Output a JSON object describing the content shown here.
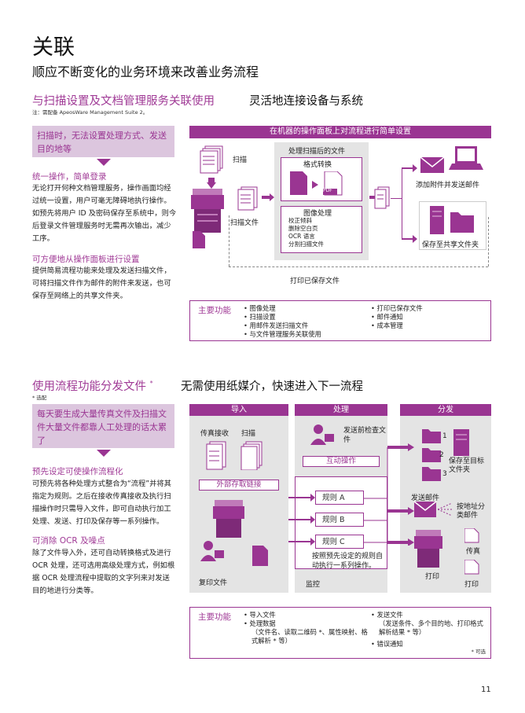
{
  "page": {
    "title": "关联",
    "subtitle": "顺应不断变化的业务环境来改善业务流程",
    "page_number": "11"
  },
  "section1": {
    "title": "与扫描设置及文档管理服务关联使用",
    "tagline": "灵活地连接设备与系统",
    "note": "注：需配备 ApeosWare Management Suite 2。",
    "problem": "扫描时，无法设置处理方式、发送目的地等",
    "h1": "统一操作，简单登录",
    "p1": "无论打开何种文档管理服务，操作画面均经过统一设置，用户可毫无障碍地执行操作。如预先将用户 ID 及密码保存至系统中，则今后登录文件管理服务时无需再次输出，减少工序。",
    "h2": "可方便地从操作面板进行设置",
    "p2": "提供简易流程功能来处理及发送扫描文件，可将扫描文件作为邮件的附件来发送，也可保存至网络上的共享文件夹。",
    "diagram": {
      "bar": "在机器的操作面板上对流程进行简单设置",
      "scan": "扫描",
      "scan_file": "扫描文件",
      "process_title": "处理扫描后的文件",
      "format_convert": "格式转换",
      "pdf": "PDF",
      "image_proc": "图像处理",
      "ip_items": [
        "校正倾斜",
        "删除空白页",
        "OCR 语言",
        "分割扫描文件"
      ],
      "email": "添加附件并发送邮件",
      "share": "保存至共享文件夹",
      "print_save": "打印已保存文件"
    },
    "features": {
      "label": "主要功能",
      "col1": [
        "图像处理",
        "扫描设置",
        "用邮件发送扫描文件",
        "与文件管理服务关联使用"
      ],
      "col2": [
        "打印已保存文件",
        "邮件通知",
        "成本管理"
      ]
    }
  },
  "section2": {
    "title": "使用流程功能分发文件",
    "title_mark": "*",
    "tagline": "无需使用纸媒介，快速进入下一流程",
    "note": "* 选配",
    "problem": "每天要生成大量传真文件及扫描文件大量文件都靠人工处理的话太累了",
    "h1": "预先设定可使操作流程化",
    "p1": "可预先将各种处理方式整合为“流程”并将其指定为规则。之后在接收传真接收及执行扫描操作时只需导入文件，即可自动执行加工处理、发送、打印及保存等一系列操作。",
    "h2": "可消除 OCR 及噪点",
    "p2": "除了文件导入外，还可自动转换格式及进行 OCR 处理，还可选用高级处理方式，例如根据 OCR 处理流程中提取的文字列来对发送目的地进行分类等。",
    "diagram": {
      "col_import": "导入",
      "col_process": "处理",
      "col_dist": "分发",
      "fax_recv": "传真接收",
      "scan": "扫描",
      "ext_link": "外部存取链接",
      "copy_file": "复印文件",
      "check_before": "发送前检查文件",
      "interactive": "互动操作",
      "rules": [
        "规则 A",
        "规则 B",
        "规则 C"
      ],
      "auto_note": "按照预先设定的规则自动执行一系列操作。",
      "monitor": "监控",
      "n1": "1",
      "n2": "2",
      "n3": "3",
      "save_target": "保存至目标文件夹",
      "send_mail": "发送邮件",
      "by_address": "按地址分类邮件",
      "fax": "传真",
      "print1": "打印",
      "print2": "打印"
    },
    "features": {
      "label": "主要功能",
      "col1": [
        "导入文件",
        "处理数据",
        "（文件名、读取二维码 *、属性映射、格式解析 * 等）"
      ],
      "col2": [
        "发送文件",
        "（发送条件、多个目的地、打印格式解析结果 * 等）",
        "错误通知"
      ],
      "footnote": "* 可选"
    }
  },
  "colors": {
    "accent": "#9a3592",
    "accent_light": "#dcc6de",
    "gray_panel": "#e4e4e4"
  }
}
